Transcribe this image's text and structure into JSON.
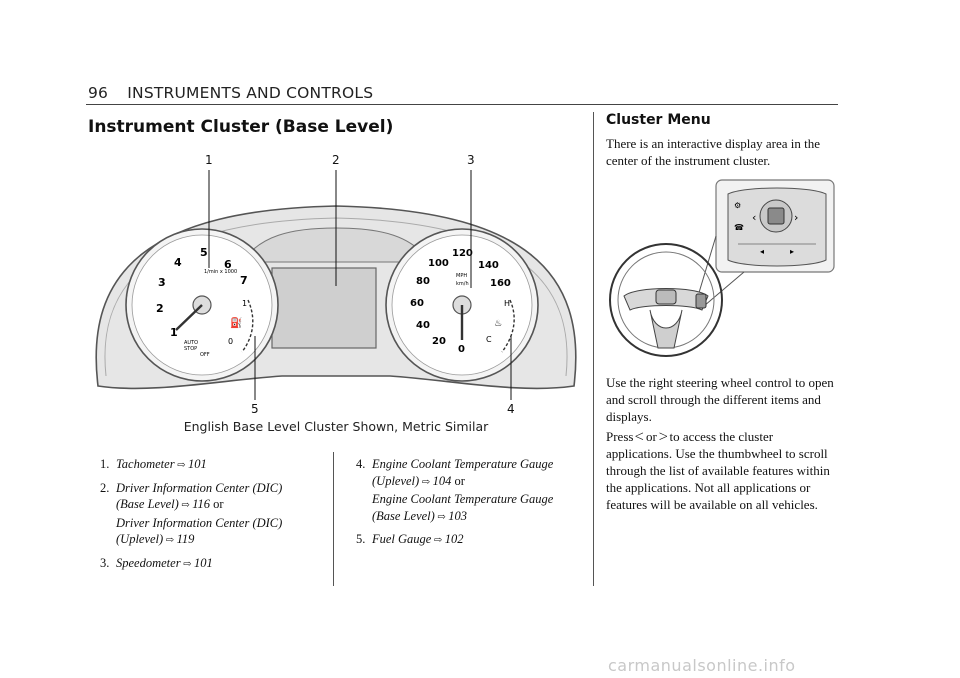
{
  "header": {
    "page_number": "96",
    "section": "INSTRUMENTS AND CONTROLS"
  },
  "left": {
    "title": "Instrument Cluster (Base Level)",
    "figure": {
      "callouts": [
        "1",
        "2",
        "3",
        "4",
        "5"
      ],
      "tach_unit": "1/min x 1000",
      "tach_ticks": [
        "1",
        "2",
        "3",
        "4",
        "5",
        "6",
        "7"
      ],
      "auto_stop": [
        "AUTO",
        "STOP"
      ],
      "off_label": "OFF",
      "fuel_marks": [
        "1",
        "0"
      ],
      "speed_ticks": [
        "0",
        "20",
        "40",
        "60",
        "80",
        "100",
        "120",
        "140",
        "160"
      ],
      "speed_units": [
        "MPH",
        "km/h"
      ],
      "temp_marks": [
        "H",
        "C"
      ],
      "caption": "English Base Level Cluster Shown, Metric Similar"
    },
    "list_col1": [
      {
        "num": "1.",
        "lines": [
          {
            "text": "Tachometer",
            "ref": "101"
          }
        ]
      },
      {
        "num": "2.",
        "lines": [
          {
            "text": "Driver Information Center (DIC)",
            "ref": ""
          },
          {
            "text": "(Base Level)",
            "ref": "116",
            "suffix": " or"
          },
          {
            "text": "Driver Information Center (DIC)",
            "ref": ""
          },
          {
            "text": "(Uplevel)",
            "ref": "119"
          }
        ]
      },
      {
        "num": "3.",
        "lines": [
          {
            "text": "Speedometer",
            "ref": "101"
          }
        ]
      }
    ],
    "list_col2": [
      {
        "num": "4.",
        "lines": [
          {
            "text": "Engine Coolant Temperature Gauge",
            "ref": ""
          },
          {
            "text": "(Uplevel)",
            "ref": "104",
            "suffix": " or"
          },
          {
            "text": "Engine Coolant Temperature Gauge",
            "ref": ""
          },
          {
            "text": "(Base Level)",
            "ref": "103"
          }
        ]
      },
      {
        "num": "5.",
        "lines": [
          {
            "text": "Fuel Gauge",
            "ref": "102"
          }
        ]
      }
    ]
  },
  "right": {
    "title": "Cluster Menu",
    "p1": "There is an interactive display area in the center of the instrument cluster.",
    "p2": "Use the right steering wheel control to open and scroll through the different items and displays.",
    "p3_press": "Press",
    "p3_or": "or",
    "p3_rest": "to access the cluster applications. Use the thumbwheel to scroll through the list of available features within the applications. Not all applications or features will be available on all vehicles."
  },
  "ref_arrow_glyph": "⇨",
  "watermark": "carmanualsonline.info"
}
